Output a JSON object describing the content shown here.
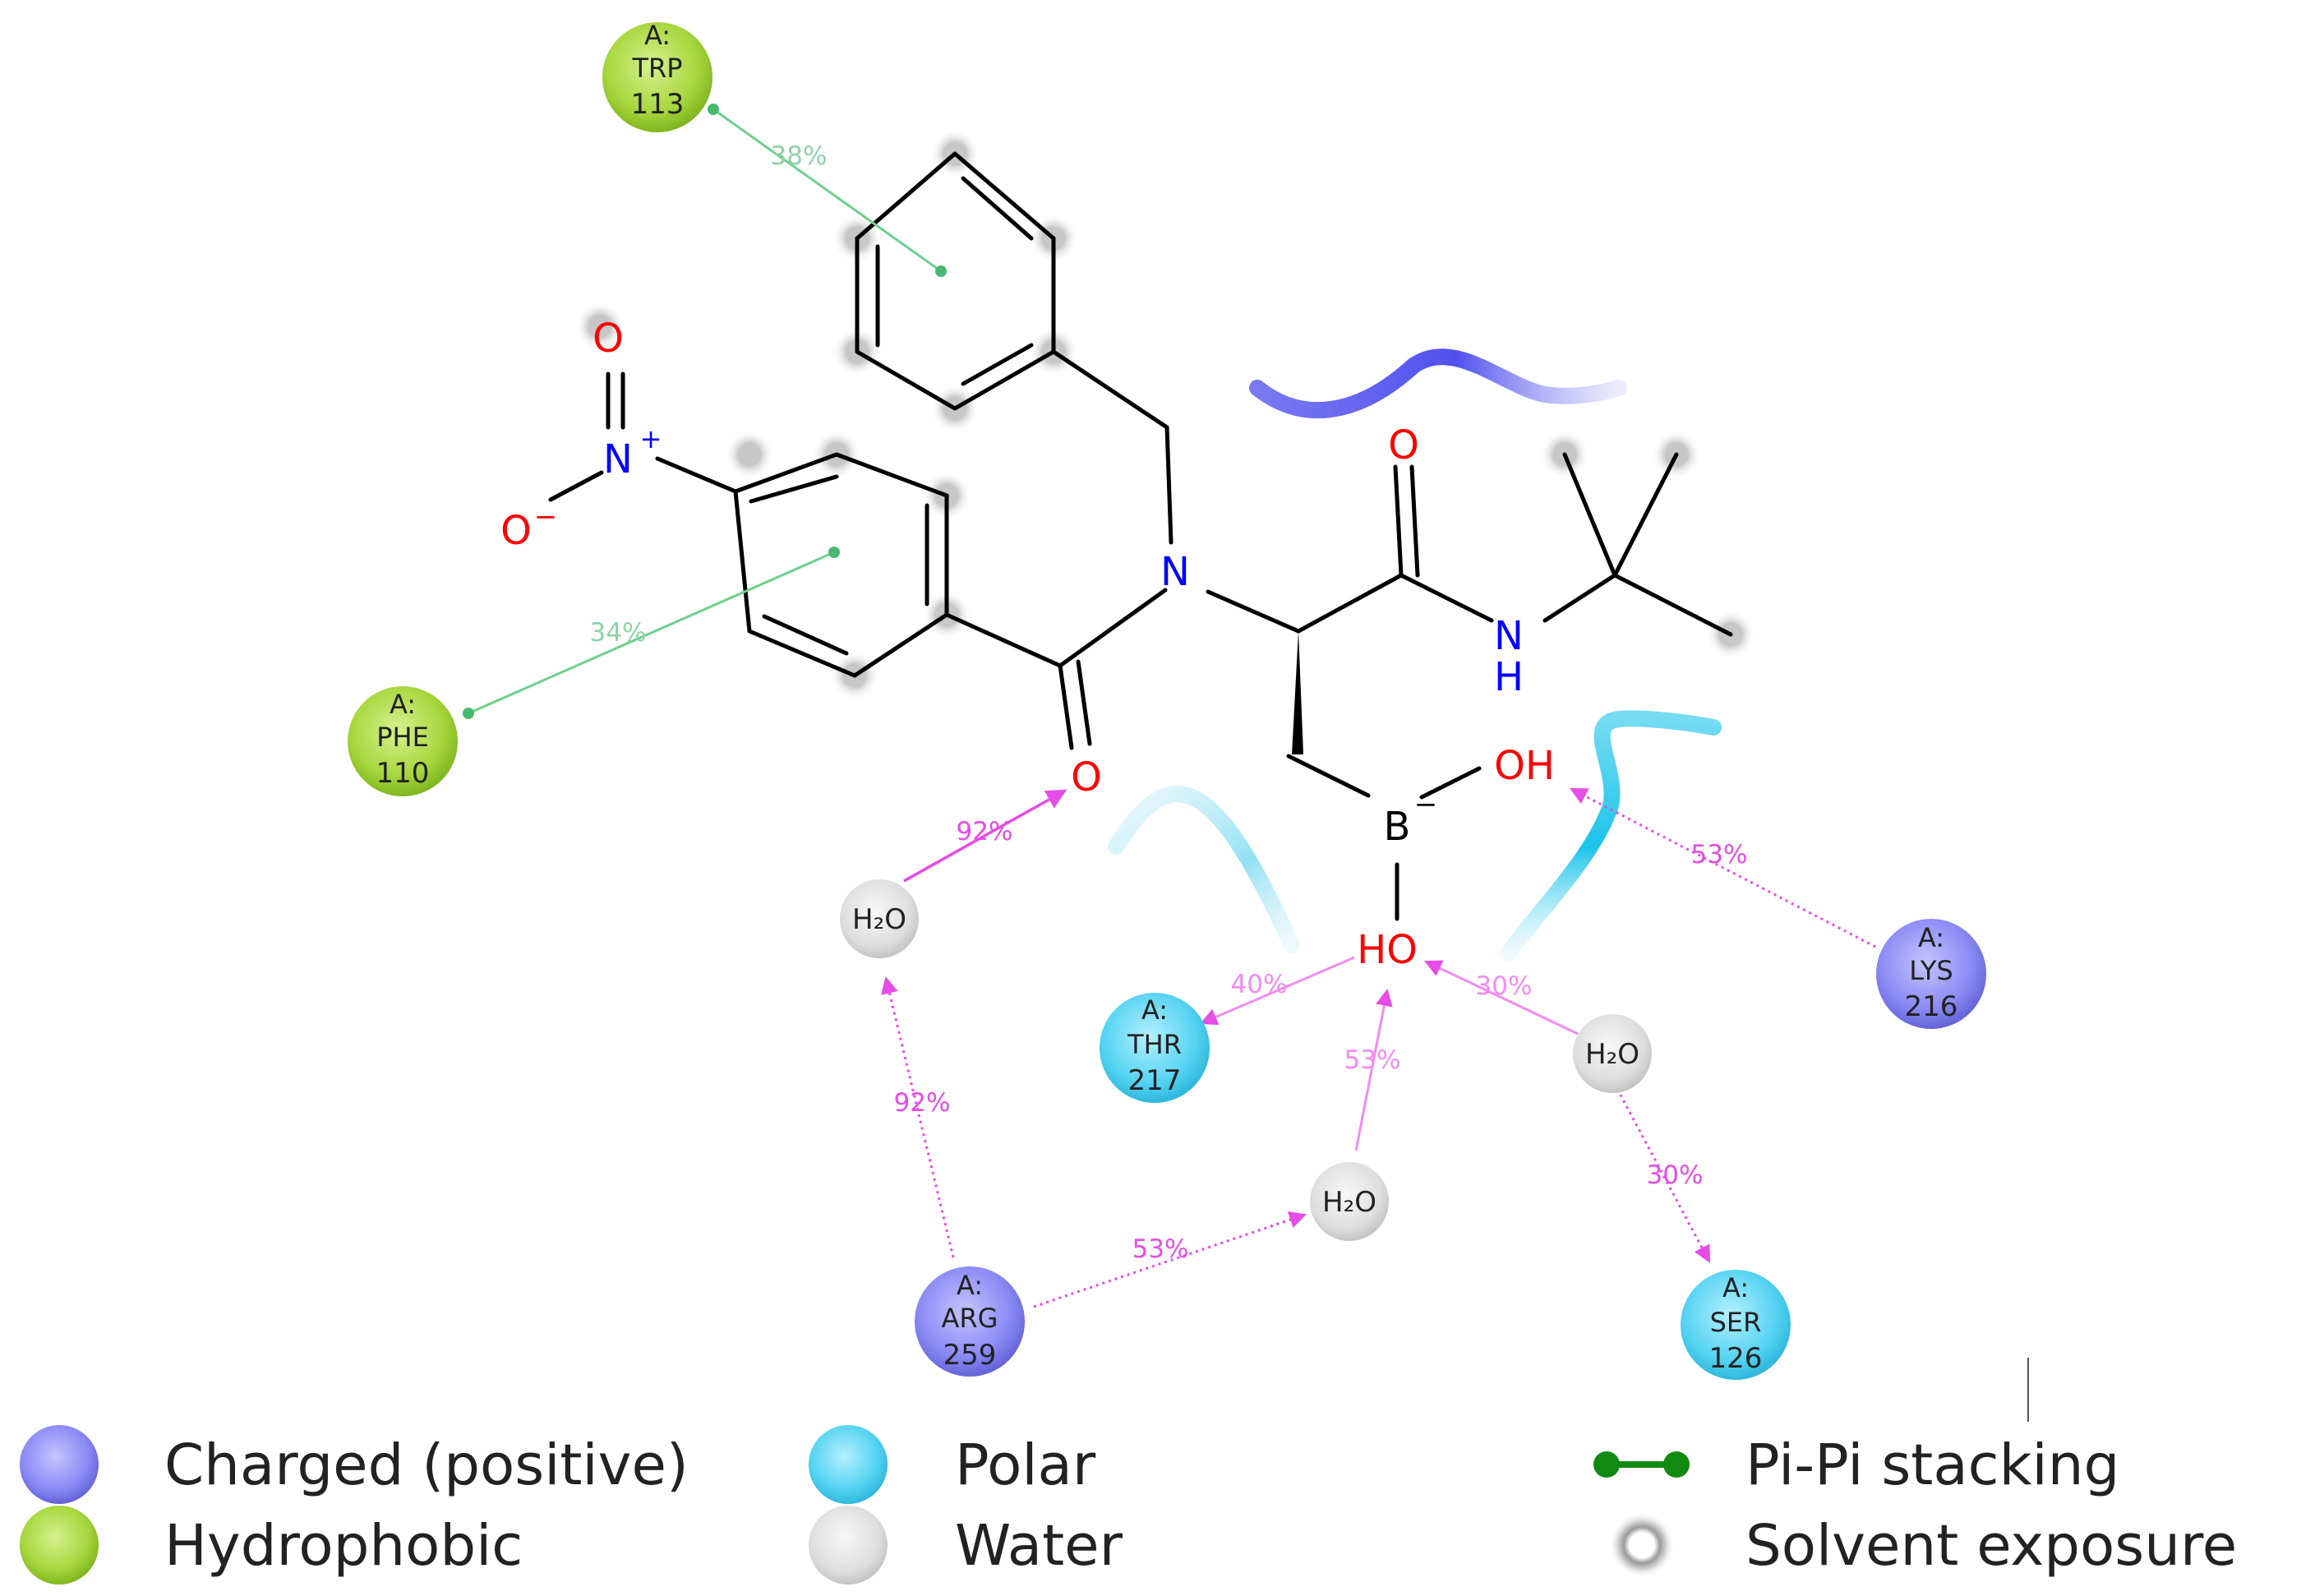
{
  "molecule": {
    "atoms": {
      "nitro_o_top": "O",
      "nitro_n": "N",
      "nitro_n_charge": "+",
      "nitro_o_minus": "O",
      "nitro_o_charge": "−",
      "amine_n": "N",
      "amide_o": "O",
      "carbonyl_o_top": "O",
      "amide_nh_n": "N",
      "amide_nh_h": "H",
      "boron": "B",
      "boron_charge": "−",
      "boron_oh_right": "OH",
      "boron_oh_bottom": "HO"
    }
  },
  "residues": [
    {
      "id": "trp113",
      "chain": "A:",
      "name": "TRP",
      "number": "113",
      "type": "hydrophobic"
    },
    {
      "id": "phe110",
      "chain": "A:",
      "name": "PHE",
      "number": "110",
      "type": "hydrophobic"
    },
    {
      "id": "lys216",
      "chain": "A:",
      "name": "LYS",
      "number": "216",
      "type": "charged_positive"
    },
    {
      "id": "thr217",
      "chain": "A:",
      "name": "THR",
      "number": "217",
      "type": "polar"
    },
    {
      "id": "arg259",
      "chain": "A:",
      "name": "ARG",
      "number": "259",
      "type": "charged_positive"
    },
    {
      "id": "ser126",
      "chain": "A:",
      "name": "SER",
      "number": "126",
      "type": "polar"
    }
  ],
  "waters": [
    {
      "id": "w1",
      "label": "H₂O"
    },
    {
      "id": "w2",
      "label": "H₂O"
    },
    {
      "id": "w3",
      "label": "H₂O"
    }
  ],
  "interactions": [
    {
      "id": "trp113-pipi",
      "type": "pi-pi",
      "label": "38%"
    },
    {
      "id": "phe110-pipi",
      "type": "pi-pi",
      "label": "34%"
    },
    {
      "id": "w1-amideO",
      "type": "hbond",
      "label": "92%"
    },
    {
      "id": "arg259-w1",
      "type": "hbond",
      "label": "92%"
    },
    {
      "id": "arg259-w2",
      "type": "hbond",
      "label": "53%"
    },
    {
      "id": "w2-HO",
      "type": "hbond",
      "label": "53%"
    },
    {
      "id": "HO-thr217",
      "type": "hbond",
      "label": "40%"
    },
    {
      "id": "w3-HO",
      "type": "hbond",
      "label": "30%"
    },
    {
      "id": "w3-ser126",
      "type": "hbond",
      "label": "30%"
    },
    {
      "id": "lys216-OH",
      "type": "hbond",
      "label": "53%"
    }
  ],
  "legend": {
    "items": [
      {
        "key": "charged",
        "label": "Charged (positive)",
        "color": "#7d7df2"
      },
      {
        "key": "hydrophobic",
        "label": "Hydrophobic",
        "color": "#9ed033"
      },
      {
        "key": "polar",
        "label": "Polar",
        "color": "#4fcfef"
      },
      {
        "key": "water",
        "label": "Water",
        "color": "#d8d8d8"
      },
      {
        "key": "pipi",
        "label": "Pi-Pi stacking",
        "color": "#118a11"
      },
      {
        "key": "solvent",
        "label": "Solvent exposure",
        "color": "#c8c8c8"
      }
    ]
  },
  "colors": {
    "charged_positive": "#8a8af5",
    "hydrophobic": "#a6d63c",
    "polar": "#55d3f2",
    "water": "#dcdcdc",
    "hbond": "#e64ce6",
    "pipi": "#49b870",
    "oxygen": "#ff0000",
    "nitrogen": "#0000ff"
  }
}
